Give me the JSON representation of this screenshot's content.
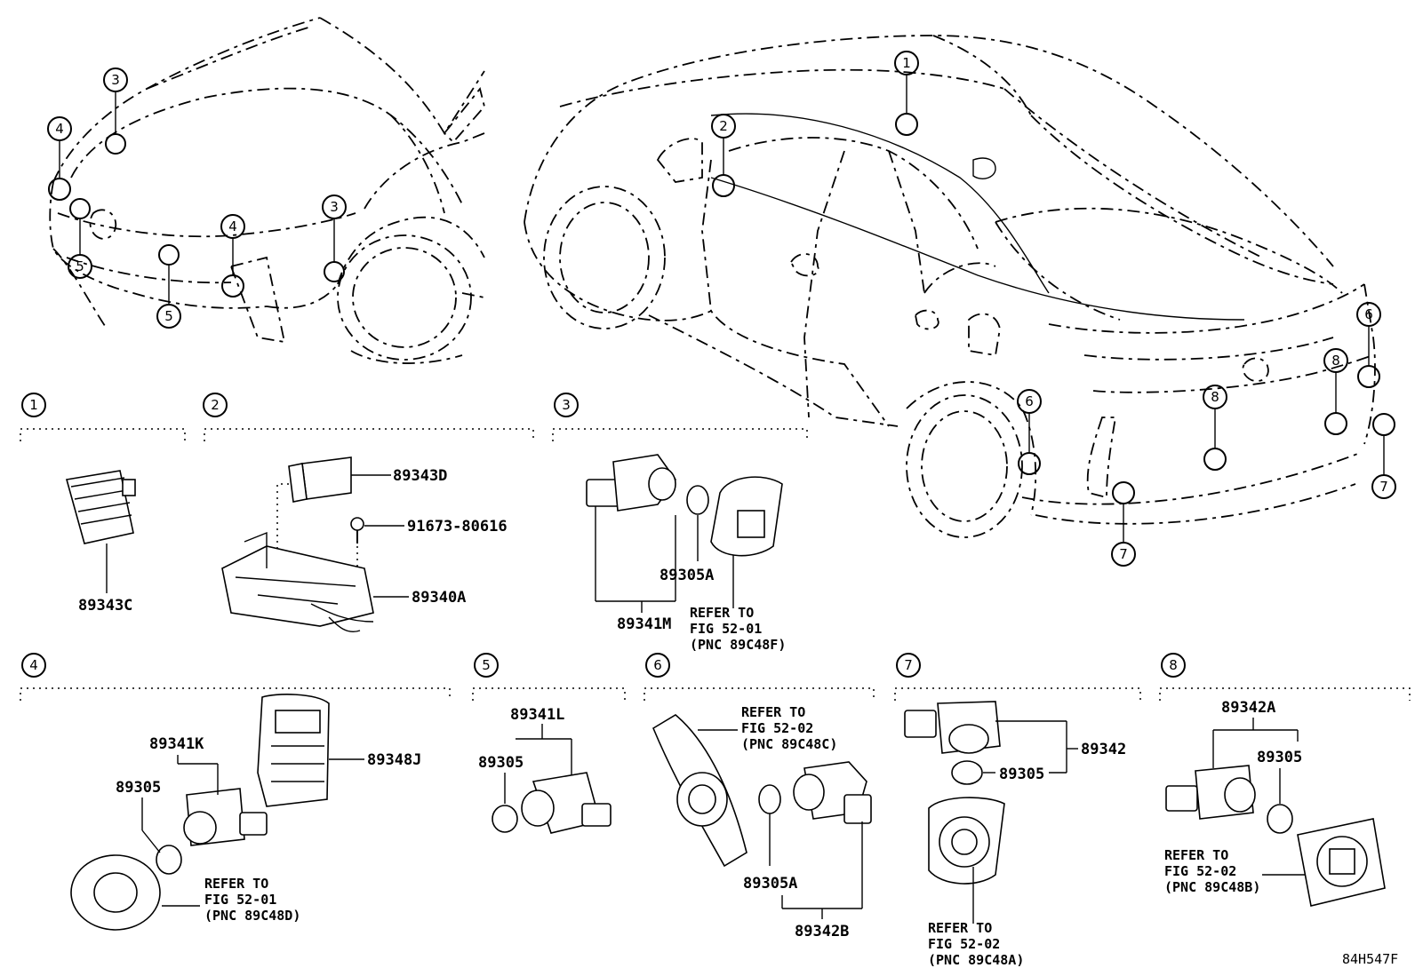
{
  "callouts": {
    "c1": "1",
    "c2": "2",
    "c3": "3",
    "c4": "4",
    "c5": "5",
    "c6": "6",
    "c7": "7",
    "c8": "8"
  },
  "parts": {
    "p89343C": "89343C",
    "p89343D": "89343D",
    "p91673": "91673-80616",
    "p89340A": "89340A",
    "p89305A_3": "89305A",
    "p89341M": "89341M",
    "p89341K": "89341K",
    "p89348J": "89348J",
    "p89305_4": "89305",
    "p89341L": "89341L",
    "p89305_5": "89305",
    "p89305A_6": "89305A",
    "p89342B": "89342B",
    "p89342": "89342",
    "p89305_7": "89305",
    "p89342A": "89342A",
    "p89305_8": "89305"
  },
  "refs": {
    "r3": [
      "REFER TO",
      "FIG 52-01",
      "(PNC 89C48F)"
    ],
    "r4": [
      "REFER TO",
      "FIG 52-01",
      "(PNC 89C48D)"
    ],
    "r6": [
      "REFER TO",
      "FIG 52-02",
      "(PNC 89C48C)"
    ],
    "r7": [
      "REFER TO",
      "FIG 52-02",
      "(PNC 89C48A)"
    ],
    "r8": [
      "REFER TO",
      "FIG 52-02",
      "(PNC 89C48B)"
    ]
  },
  "diagram_code": "84H547F"
}
